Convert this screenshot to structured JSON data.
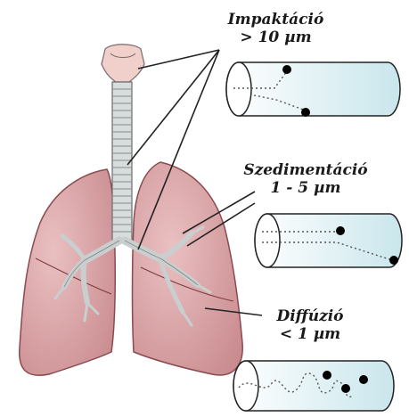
{
  "labels": {
    "impaction_title": "Impaktáció",
    "impaction_size": "> 10 µm",
    "sedimentation_title": "Szedimentáció",
    "sedimentation_size": "1 - 5 µm",
    "diffusion_title": "Diffúzió",
    "diffusion_size": "< 1 µm"
  },
  "colors": {
    "lung": "#d8a3a5",
    "lung_edge": "#8a4a4e",
    "trachea": "#d7dcdc",
    "tube": "#d3ebef",
    "particle": "#000000"
  }
}
